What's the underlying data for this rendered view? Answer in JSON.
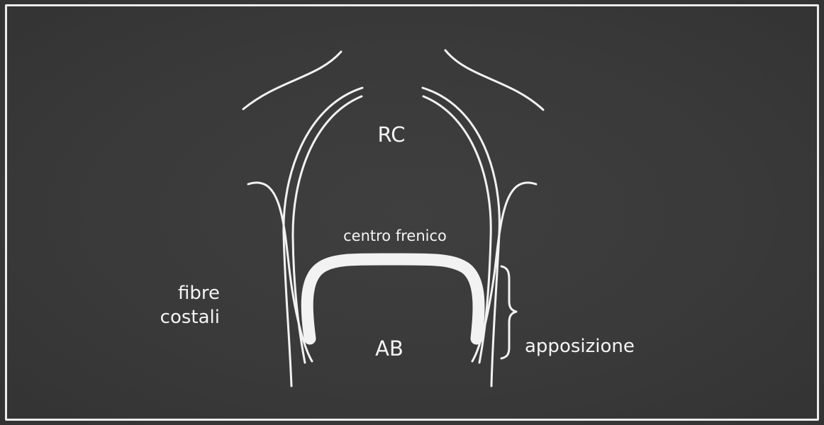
{
  "diagram": {
    "labels": {
      "rib_cage": "RC",
      "central_tendon": "centro frenico",
      "costal_fibers_line1": "fibre",
      "costal_fibers_line2": "costali",
      "abdomen": "AB",
      "apposition": "apposizione"
    },
    "colors": {
      "background": "#3a3a3a",
      "lines": "#f2f2f2",
      "frame": "#ececec"
    }
  }
}
